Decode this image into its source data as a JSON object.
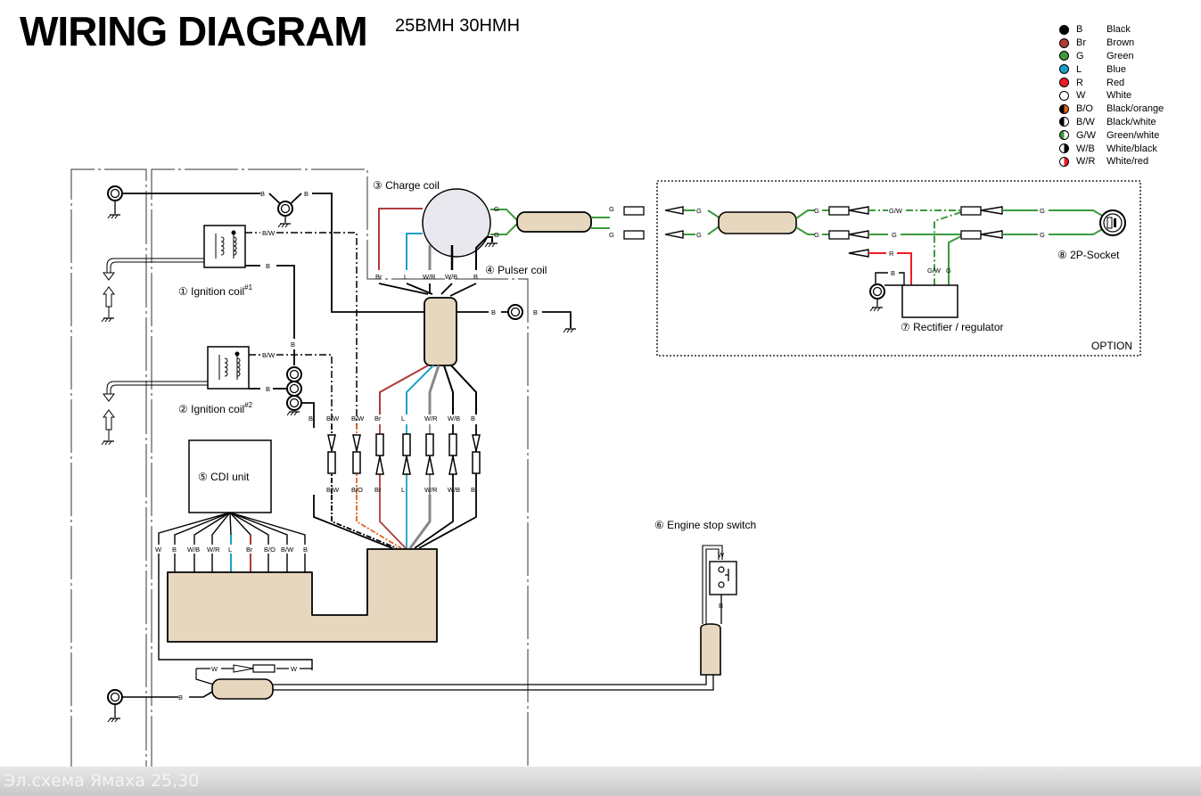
{
  "header": {
    "title": "WIRING DIAGRAM",
    "models": "25BMH 30HMH"
  },
  "legend": [
    {
      "code": "B",
      "name": "Black",
      "colors": [
        "#000000",
        "#000000"
      ]
    },
    {
      "code": "Br",
      "name": "Brown",
      "colors": [
        "#b03a3a",
        "#b03a3a"
      ]
    },
    {
      "code": "G",
      "name": "Green",
      "colors": [
        "#3c9a3c",
        "#3c9a3c"
      ]
    },
    {
      "code": "L",
      "name": "Blue",
      "colors": [
        "#1aa0c8",
        "#1aa0c8"
      ]
    },
    {
      "code": "R",
      "name": "Red",
      "colors": [
        "#ee1c24",
        "#ee1c24"
      ]
    },
    {
      "code": "W",
      "name": "White",
      "colors": [
        "#ffffff",
        "#ffffff"
      ]
    },
    {
      "code": "B/O",
      "name": "Black/orange",
      "colors": [
        "#000000",
        "#e8601c"
      ]
    },
    {
      "code": "B/W",
      "name": "Black/white",
      "colors": [
        "#000000",
        "#ffffff"
      ]
    },
    {
      "code": "G/W",
      "name": "Green/white",
      "colors": [
        "#3c9a3c",
        "#ffffff"
      ]
    },
    {
      "code": "W/B",
      "name": "White/black",
      "colors": [
        "#ffffff",
        "#000000"
      ]
    },
    {
      "code": "W/R",
      "name": "White/red",
      "colors": [
        "#ffffff",
        "#ee1c24"
      ]
    }
  ],
  "components": {
    "ignition_coil_1": {
      "num": "①",
      "label": "Ignition coil",
      "sup": "#1"
    },
    "ignition_coil_2": {
      "num": "②",
      "label": "Ignition coil",
      "sup": "#2"
    },
    "charge_coil": {
      "num": "③",
      "label": "Charge coil"
    },
    "pulser_coil": {
      "num": "④",
      "label": "Pulser coil"
    },
    "cdi_unit": {
      "num": "⑤",
      "label": "CDI unit"
    },
    "engine_stop_switch": {
      "num": "⑥",
      "label": "Engine stop switch"
    },
    "rectifier_regulator": {
      "num": "⑦",
      "label": "Rectifier / regulator"
    },
    "socket_2p": {
      "num": "⑧",
      "label": "2P-Socket"
    }
  },
  "option_label": "OPTION",
  "wire_labels": {
    "ground_top": [
      "B",
      "B"
    ],
    "coil1": [
      "B/W",
      "B"
    ],
    "coil2": [
      "B/W",
      "B"
    ],
    "junction_b": "B",
    "stator": [
      "Br",
      "L",
      "W/R",
      "W/B",
      "B"
    ],
    "charge_out": [
      "G",
      "G"
    ],
    "hub_ground": [
      "B",
      "B"
    ],
    "connector_top": [
      "B",
      "B/W",
      "B/W",
      "Br",
      "L",
      "W/R",
      "W/B",
      "B"
    ],
    "connector_bottom": [
      "B/W",
      "B/O",
      "Br",
      "L",
      "W/R",
      "W/B",
      "B"
    ],
    "cdi": [
      "W",
      "B",
      "W/B",
      "W/R",
      "L",
      "Br",
      "B/O",
      "B/W",
      "B"
    ],
    "stop_line": [
      "W",
      "W"
    ],
    "bottom_ground": "B",
    "stop_switch": [
      "W",
      "B"
    ],
    "option_in": [
      "G",
      "G"
    ],
    "option_mid": [
      "G",
      "G"
    ],
    "option_gw": "G/W",
    "option_g": "G",
    "option_out": [
      "G",
      "G"
    ],
    "reg_r": "R",
    "reg_b": "B",
    "reg_in": [
      "G/W",
      "G"
    ]
  },
  "colors": {
    "harness_fill": "#e6d7be",
    "brown": "#b03a3a",
    "blue": "#1aa0c8",
    "green": "#3c9a3c",
    "red": "#ee1c24",
    "grey": "#888888"
  },
  "footer": {
    "caption": "Эл.схема Ямаха 25,30"
  }
}
